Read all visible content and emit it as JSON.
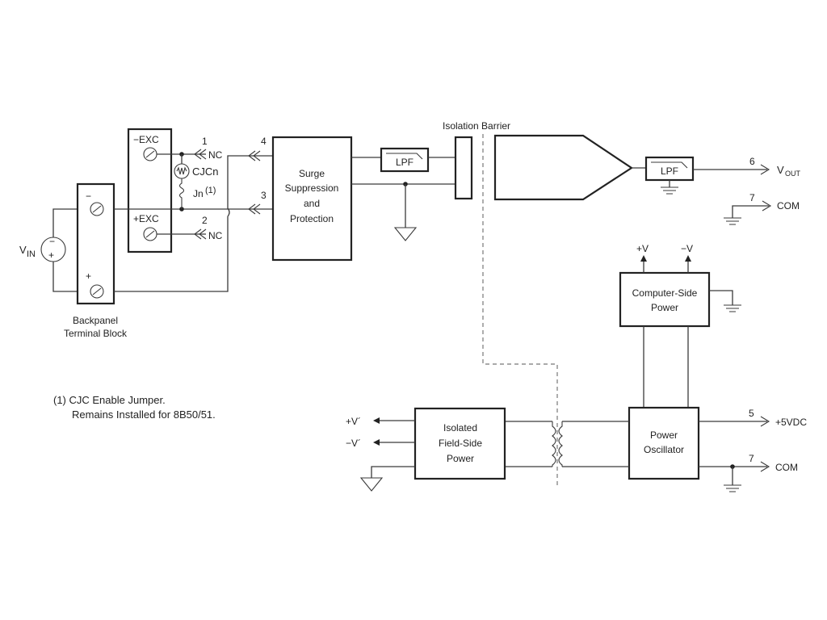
{
  "diagram": {
    "isolation_barrier": "Isolation Barrier",
    "input": {
      "vin_main": "V",
      "vin_sub": "IN",
      "minus": "−",
      "plus": "+",
      "backpanel_line1": "Backpanel",
      "backpanel_line2": "Terminal Block",
      "exc_minus": "−EXC",
      "exc_plus": "+EXC",
      "cjc": "CJCn",
      "jn": "Jn",
      "jn_note": "(1)",
      "nc": "NC",
      "pin1": "1",
      "pin2": "2",
      "pin3": "3",
      "pin4": "4"
    },
    "blocks": {
      "surge_line1": "Surge",
      "surge_line2": "Suppression",
      "surge_line3": "and",
      "surge_line4": "Protection",
      "lpf_in": "LPF",
      "lpf_out": "LPF",
      "computer_power_line1": "Computer-Side",
      "computer_power_line2": "Power",
      "isolated_power_line1": "Isolated",
      "isolated_power_line2": "Field-Side",
      "isolated_power_line3": "Power",
      "oscillator_line1": "Power",
      "oscillator_line2": "Oscillator"
    },
    "outputs": {
      "pin6": "6",
      "vout_main": "V",
      "vout_sub": "OUT",
      "pin7_top": "7",
      "com_top": "COM",
      "plus_v": "+V",
      "minus_v": "−V",
      "pin5": "5",
      "plus_5vdc": "+5VDC",
      "pin7_bottom": "7",
      "com_bottom": "COM",
      "plus_v_prime": "+V´",
      "minus_v_prime": "−V´"
    },
    "footnote_line1": "(1) CJC Enable Jumper.",
    "footnote_line2": "Remains Installed for 8B50/51."
  }
}
